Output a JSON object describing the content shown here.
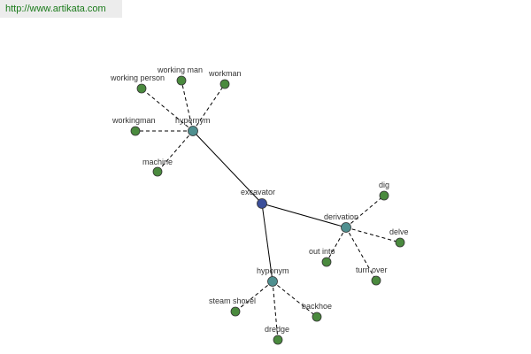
{
  "banner": {
    "url": "http://www.artikata.com"
  },
  "colors": {
    "root": "#3b4f9a",
    "category": "#4f8f8f",
    "leaf": "#4a8a3e",
    "url_text": "#1a7a1a"
  },
  "graph": {
    "root": {
      "id": "excavator",
      "label": "excavator"
    },
    "categories": [
      {
        "id": "hypernym",
        "label": "hypernym",
        "children": [
          {
            "id": "working-person",
            "label": "working person"
          },
          {
            "id": "working-man",
            "label": "working man"
          },
          {
            "id": "workman",
            "label": "workman"
          },
          {
            "id": "workingman",
            "label": "workingman"
          },
          {
            "id": "machine",
            "label": "machine"
          }
        ]
      },
      {
        "id": "derivation",
        "label": "derivation",
        "children": [
          {
            "id": "dig",
            "label": "dig"
          },
          {
            "id": "delve",
            "label": "delve"
          },
          {
            "id": "out-into",
            "label": "out into"
          },
          {
            "id": "turn-over",
            "label": "turn over"
          }
        ]
      },
      {
        "id": "hyponym",
        "label": "hyponym",
        "children": [
          {
            "id": "steam-shovel",
            "label": "steam shovel"
          },
          {
            "id": "backhoe",
            "label": "backhoe"
          },
          {
            "id": "dredge",
            "label": "dredge"
          }
        ]
      }
    ]
  }
}
